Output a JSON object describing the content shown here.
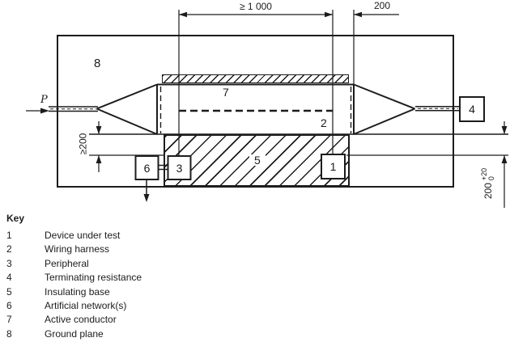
{
  "figure": {
    "dimensions": {
      "harness_length": "≥ 1 000",
      "dut_to_taper": "200",
      "min_side_clearance": "≥200",
      "height_value": "200",
      "height_tol_plus": "+20",
      "height_tol_minus": "0"
    },
    "labels": {
      "power_input": "P",
      "ground_plane": "8",
      "active_conductor": "7",
      "wiring_harness": "2",
      "insulating_base": "5"
    },
    "boxes": {
      "device_under_test": "1",
      "peripheral": "3",
      "terminating_resistance": "4",
      "artificial_network": "6"
    }
  },
  "key": {
    "title": "Key",
    "items": [
      {
        "num": "1",
        "label": "Device under test"
      },
      {
        "num": "2",
        "label": "Wiring harness"
      },
      {
        "num": "3",
        "label": "Peripheral"
      },
      {
        "num": "4",
        "label": "Terminating resistance"
      },
      {
        "num": "5",
        "label": "Insulating base"
      },
      {
        "num": "6",
        "label": "Artificial network(s)"
      },
      {
        "num": "7",
        "label": "Active conductor"
      },
      {
        "num": "8",
        "label": "Ground plane"
      }
    ]
  },
  "colors": {
    "line": "#1c1c1c",
    "background": "#ffffff"
  }
}
